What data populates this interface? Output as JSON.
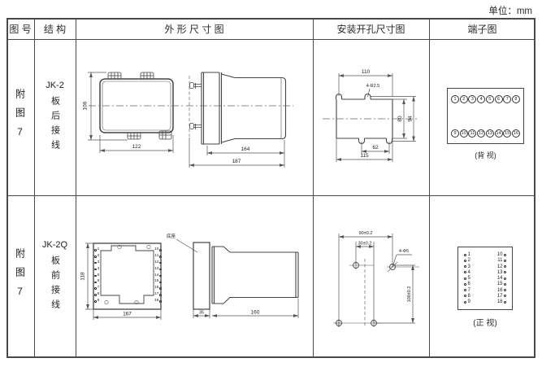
{
  "unit_label": "单位：mm",
  "header": {
    "figure": "图 号",
    "structure": "结 构",
    "outline": "外  形  尺  寸  图",
    "mounting": "安装开孔尺寸图",
    "terminal": "端子图"
  },
  "row1": {
    "figure": "附图7",
    "model": "JK-2",
    "wiring": "板后接线",
    "outline": {
      "height": "106",
      "width": "122",
      "body_len": "164",
      "total_len": "187"
    },
    "mounting": {
      "top_width": "110",
      "holes": "4-R2.5",
      "inner_height": "80",
      "outer_height": "94",
      "notch_width": "62",
      "bottom_width": "115"
    },
    "terminal": {
      "top": [
        "1",
        "2",
        "3",
        "4",
        "5",
        "6",
        "7",
        "8"
      ],
      "bottom": [
        "9",
        "10",
        "11",
        "12",
        "13",
        "14",
        "15",
        "16"
      ],
      "view_label": "(背 视)"
    }
  },
  "row2": {
    "figure": "附图7",
    "model": "JK-2Q",
    "wiring": "板前接线",
    "outline": {
      "height": "118",
      "width": "167",
      "base_label": "底座",
      "base_depth": "35",
      "body_len": "160",
      "pins_left": [
        "1",
        "2",
        "3",
        "4",
        "5",
        "6",
        "7",
        "8",
        "9"
      ],
      "pins_right": [
        "10",
        "11",
        "12",
        "13",
        "14",
        "15",
        "16",
        "17",
        "18"
      ]
    },
    "mounting": {
      "top_width": "90±0.2",
      "hole_offset": "30±0.2",
      "holes": "4-Φ5",
      "height": "100±0.2"
    },
    "terminal": {
      "left": [
        "1",
        "2",
        "3",
        "4",
        "5",
        "6",
        "7",
        "8",
        "9"
      ],
      "right": [
        "10",
        "11",
        "12",
        "13",
        "14",
        "15",
        "16",
        "17",
        "18"
      ],
      "view_label": "(正 视)"
    }
  }
}
